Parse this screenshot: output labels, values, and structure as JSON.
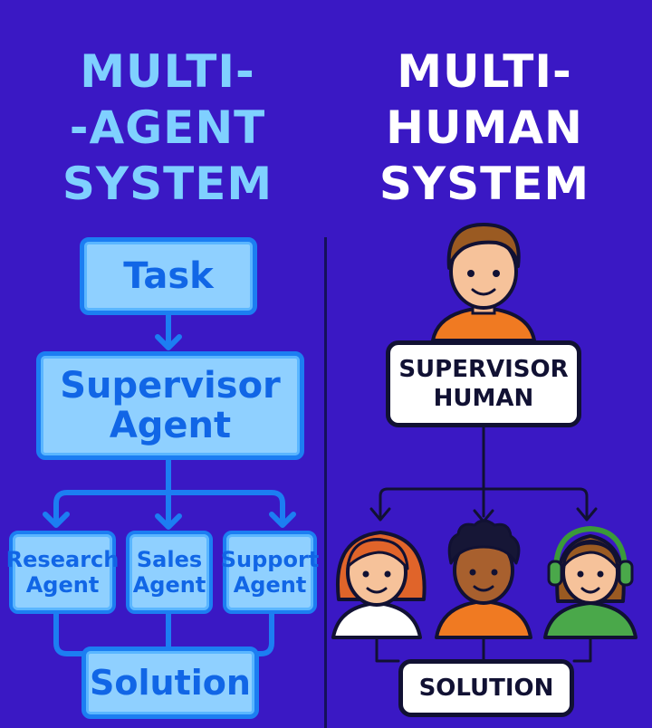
{
  "left": {
    "title_lines": [
      "MULTI-",
      "-AGENT",
      "SYSTEM"
    ],
    "task": "Task",
    "supervisor_lines": [
      "Supervisor",
      "Agent"
    ],
    "agents": [
      {
        "lines": [
          "Research",
          "Agent"
        ]
      },
      {
        "lines": [
          "Sales",
          "Agent"
        ]
      },
      {
        "lines": [
          "Support",
          "Agent"
        ]
      }
    ],
    "solution": "Solution"
  },
  "right": {
    "title_lines": [
      "MULTI-",
      "HUMAN",
      "SYSTEM"
    ],
    "supervisor_lines": [
      "SUPERVISOR",
      "HUMAN"
    ],
    "solution": "SOLUTION",
    "people": [
      "supervisor-person",
      "person-redhead",
      "person-curly",
      "person-headset"
    ]
  },
  "colors": {
    "background": "#3a18c4",
    "left_title": "#7fd0ff",
    "left_box_fill": "#8fd0ff",
    "left_box_border": "#1c7ef2",
    "connector_left": "#1c7ef2",
    "connector_right": "#111133",
    "right_box_fill": "#ffffff"
  }
}
